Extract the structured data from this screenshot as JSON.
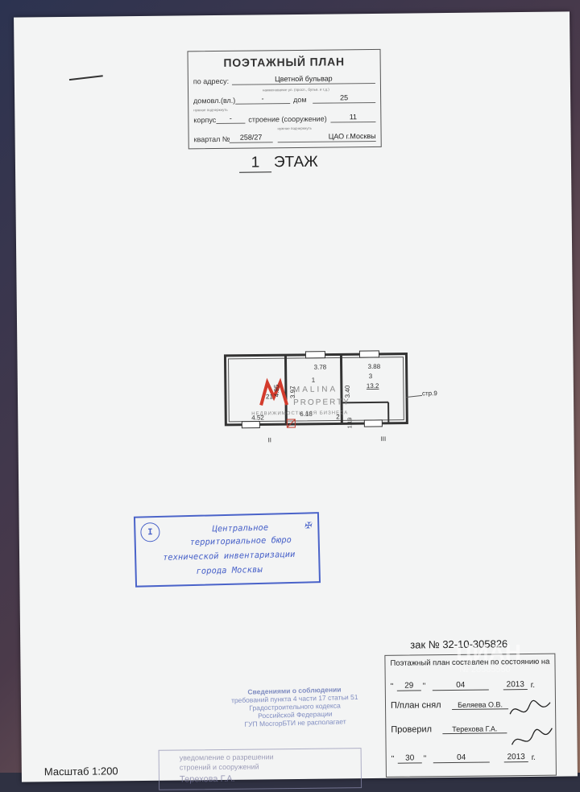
{
  "header": {
    "title": "ПОЭТАЖНЫЙ ПЛАН",
    "address_label": "по адресу:",
    "address_value": "Цветной бульвар",
    "address_hint": "наименование ул. (просп., бульв. и т.д.)",
    "house_label": "домовл.(вл.)",
    "house_value": "-",
    "dom_label": "дом",
    "dom_value": "25",
    "house_hint": "нужное подчеркнуть",
    "korpus_label": "корпус",
    "korpus_value": "-",
    "stroenie_label": "строение (сооружение)",
    "stroenie_value": "11",
    "stroenie_hint": "нужное подчеркнуть",
    "kvartal_label": "квартал №",
    "kvartal_value": "258/27",
    "district": "ЦАО г.Москвы"
  },
  "floor": {
    "number": "1",
    "label": "ЭТАЖ"
  },
  "plan": {
    "dims": [
      "3.78",
      "3.88",
      "4.95",
      "3.97",
      "3.40",
      "1.19",
      "4.52",
      "6.18"
    ],
    "rooms": [
      {
        "no": "1",
        "area": ""
      },
      {
        "no": "2",
        "area": ""
      },
      {
        "no": "3",
        "area": "13.2"
      }
    ],
    "room_left_area": "21",
    "building_ref": "стр.9",
    "section_marks": [
      "II",
      "III"
    ]
  },
  "watermark": {
    "brand_line1": "MALINA",
    "brand_line2": "PROPERTY",
    "tagline": "НЕДВИЖИМОСТЬ ДЛЯ БИЗНЕСА",
    "site_brand": "ЦИАН",
    "site_id": "№ 28585550"
  },
  "stamp": {
    "roman": "I",
    "line1": "Центральное",
    "line2": "территориальное бюро",
    "line3": "технической инвентаризации",
    "line4": "города Москвы"
  },
  "order_number": "зак № 32-10-305826",
  "state_box": {
    "title": "Поэтажный план составлен по состоянию на",
    "date1_day": "29",
    "date1_month": "04",
    "date1_year": "2013",
    "year_suffix": "г.",
    "surveyed_label": "П/план снял",
    "surveyed_by": "Беляева О.В.",
    "checked_label": "Проверил",
    "checked_by": "Терехова Г.А.",
    "date2_day": "30",
    "date2_month": "04",
    "date2_year": "2013"
  },
  "notice": {
    "head": "Сведениями о соблюдении",
    "line1": "требований пункта 4 части 17 статьи 51",
    "line2": "Градостроительного кодекса",
    "line3": "Российской Федерации",
    "line4": "ГУП МосгорБТИ не располагает"
  },
  "stamp2": {
    "line1": "уведомление о разрешении",
    "line2": "строений и сооружений",
    "line3": "Терехова Г.А."
  },
  "scale": "Масштаб 1:200",
  "colors": {
    "stamp_blue": "#4a63c9",
    "plan_red": "#d33b2c"
  }
}
